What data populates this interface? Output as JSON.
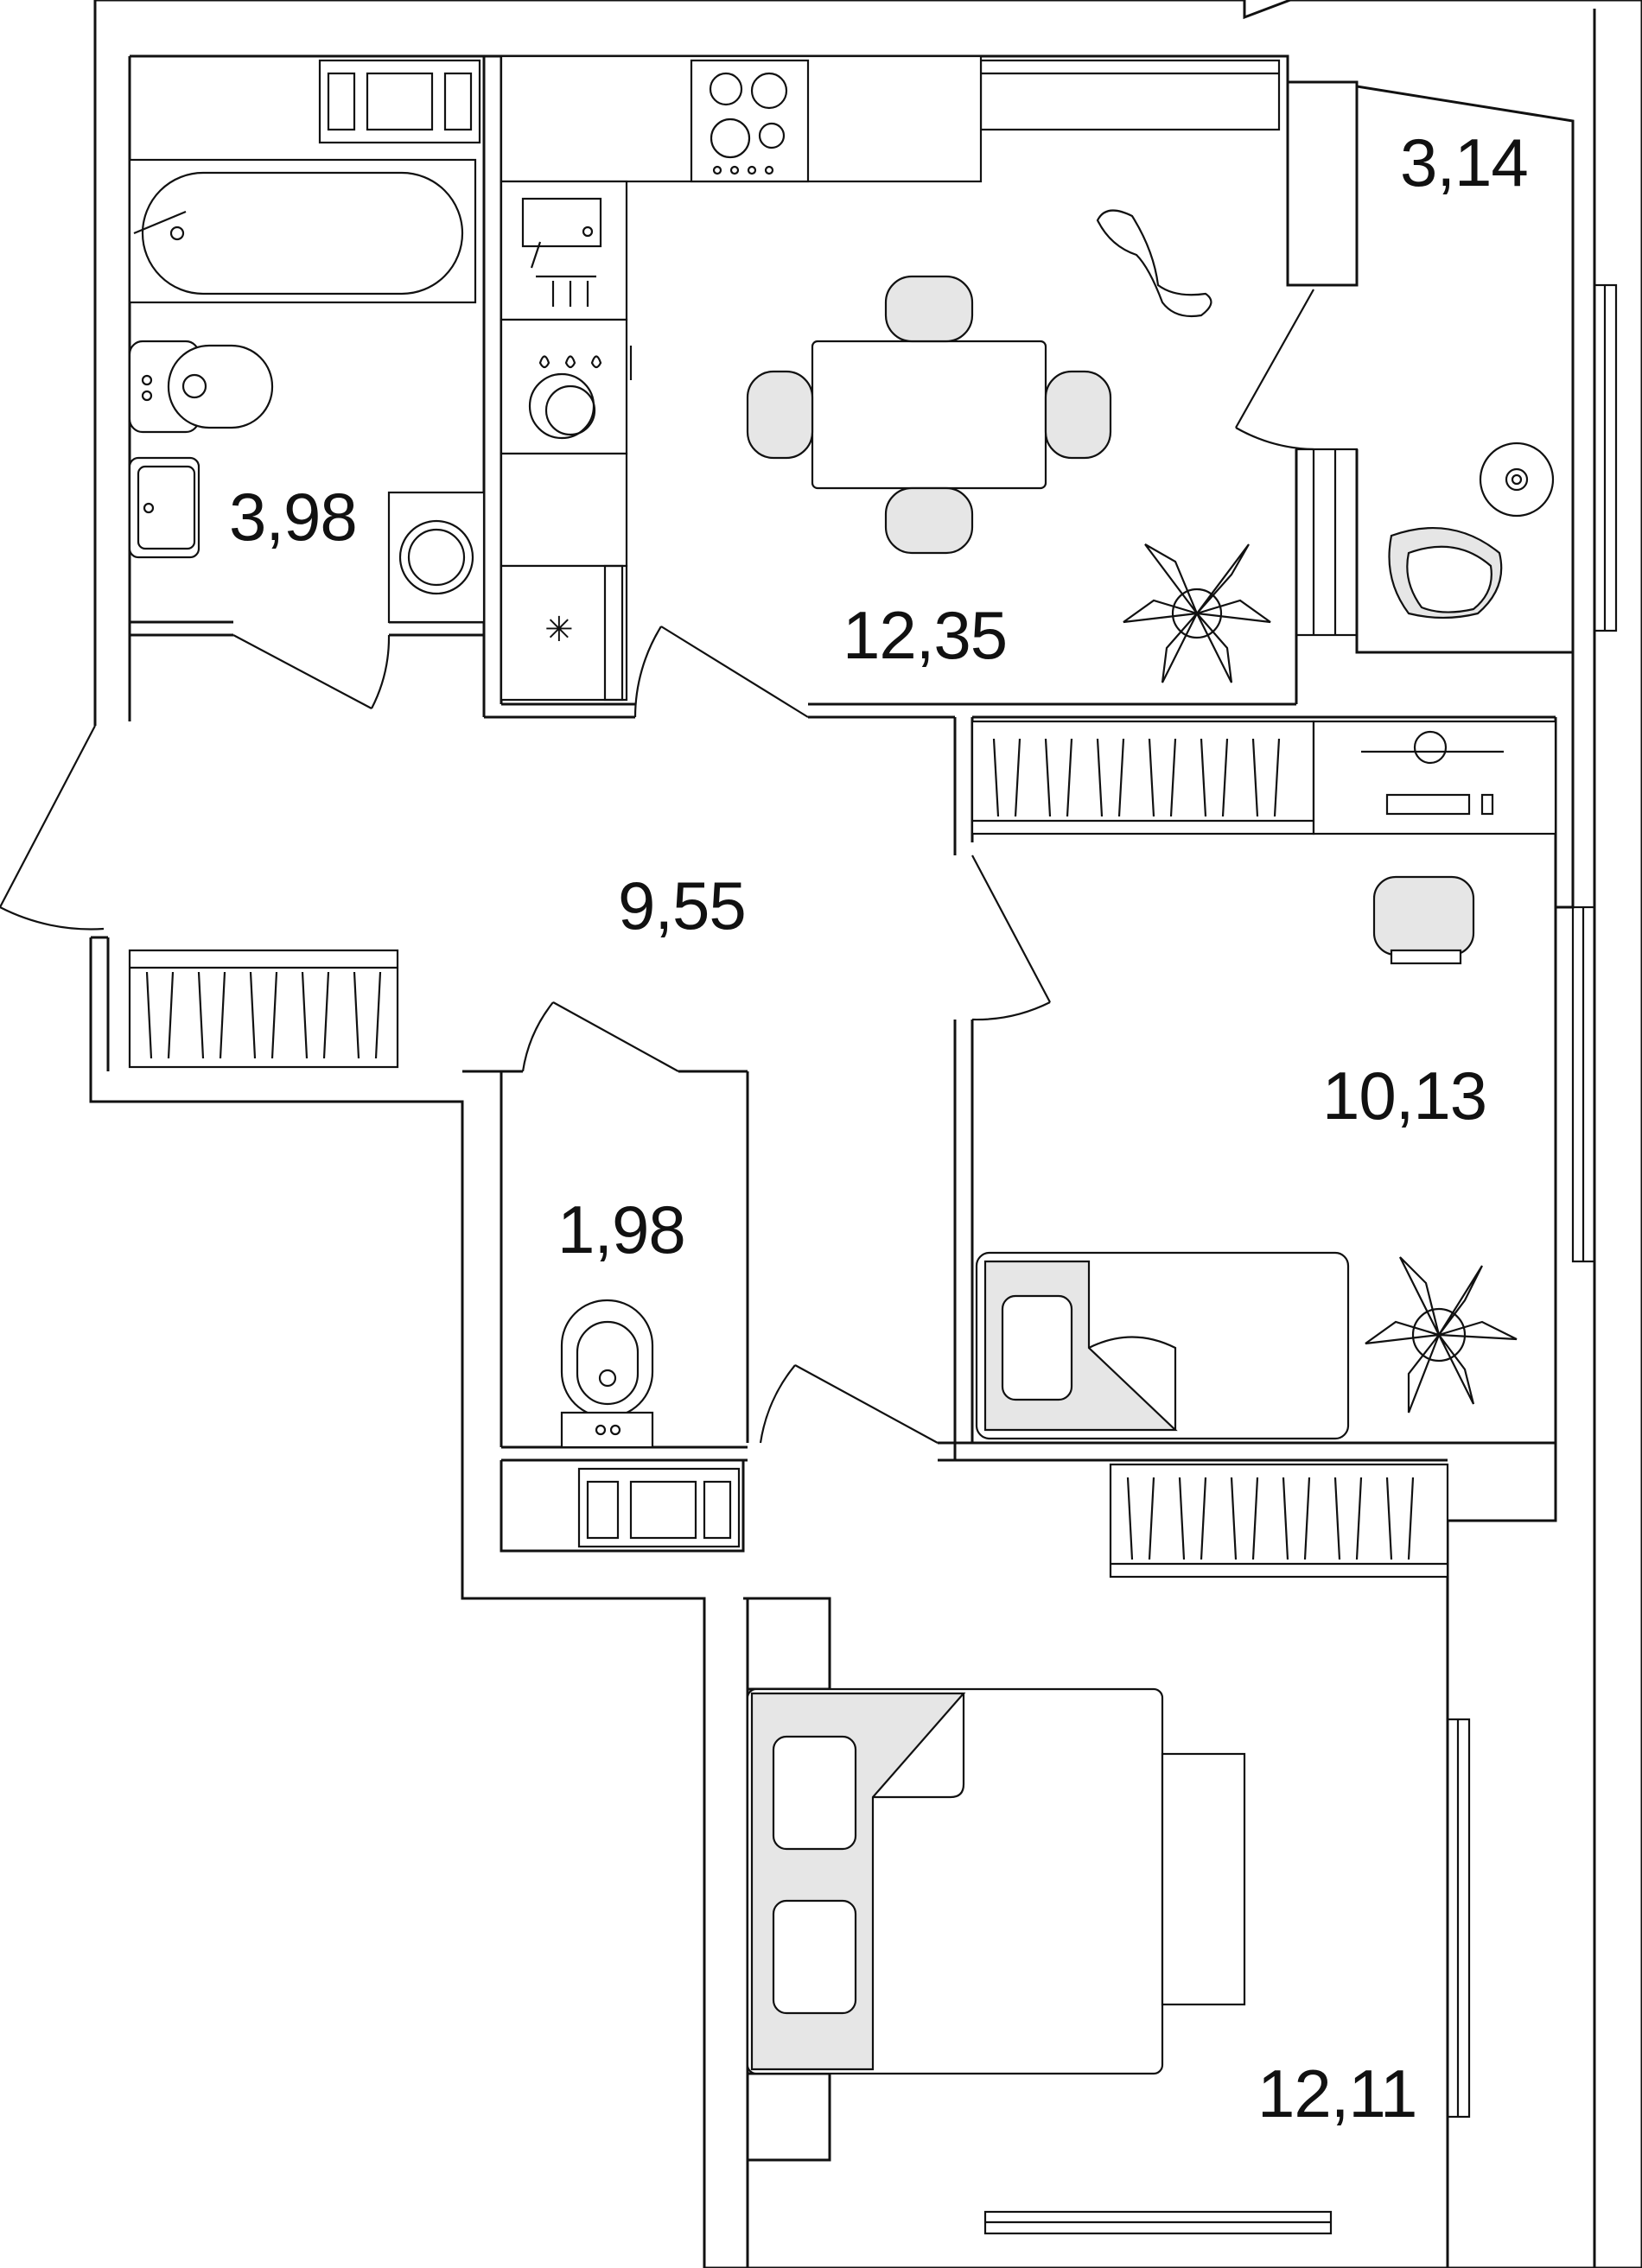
{
  "plan": {
    "rooms": [
      {
        "id": "bathroom",
        "area": "3,98"
      },
      {
        "id": "kitchen-dining",
        "area": "12,35"
      },
      {
        "id": "balcony",
        "area": "3,14"
      },
      {
        "id": "hallway",
        "area": "9,55"
      },
      {
        "id": "bedroom-small",
        "area": "10,13"
      },
      {
        "id": "toilet",
        "area": "1,98"
      },
      {
        "id": "bedroom-large",
        "area": "12,11"
      }
    ]
  }
}
